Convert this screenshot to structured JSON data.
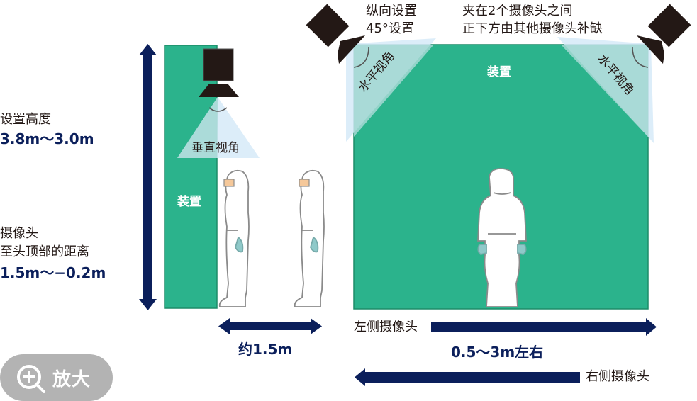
{
  "colors": {
    "panel_green": "#2bb38c",
    "panel_border": "#1d8c68",
    "navy": "#0b1f5b",
    "fov_light_blue": "#d6eaf8",
    "fov_overlay": "#a6d8d4",
    "camera_black": "#231815",
    "zoom_button_gray": "#b3b3b3"
  },
  "left_labels": {
    "install_height_title": "设置高度",
    "install_height_value": "3.8m～3.0m",
    "cam_to_head_line1": "摄像头",
    "cam_to_head_line2": "至头顶部的距离",
    "cam_to_head_value": "1.5m～−0.2m"
  },
  "side_view": {
    "device_label": "装置",
    "vertical_fov_label": "垂直视角",
    "distance_label": "约1.5m"
  },
  "top_view": {
    "device_label": "装置",
    "left_fov_label": "水平视角",
    "right_fov_label": "水平视角",
    "note_left_line1": "纵向设置",
    "note_left_line2": "45°设置",
    "note_right_line1": "夹在2个摄像头之间",
    "note_right_line2": "正下方由其他摄像头补缺",
    "left_camera_label": "左侧摄像头",
    "right_camera_label": "右侧摄像头",
    "range_label": "0.5～3m左右"
  },
  "zoom_button": {
    "label": "放大",
    "icon": "zoom-in-icon"
  }
}
